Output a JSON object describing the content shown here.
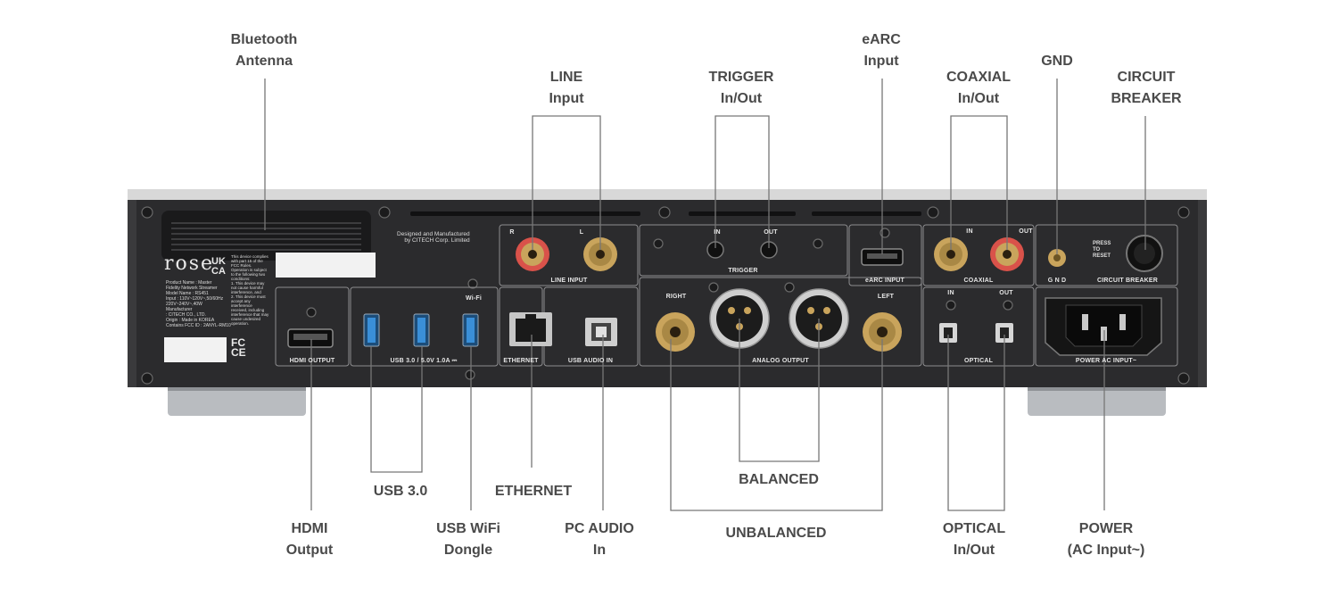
{
  "callouts": {
    "bluetooth": [
      "Bluetooth",
      "Antenna"
    ],
    "line_input": [
      "LINE",
      "Input"
    ],
    "trigger": [
      "TRIGGER",
      "In/Out"
    ],
    "earc": [
      "eARC",
      "Input"
    ],
    "coaxial": [
      "COAXIAL",
      "In/Out"
    ],
    "gnd": [
      "GND"
    ],
    "circuit_breaker": [
      "CIRCUIT",
      "BREAKER"
    ],
    "hdmi": [
      "HDMI",
      "Output"
    ],
    "usb30": [
      "USB 3.0"
    ],
    "usb_wifi": [
      "USB WiFi",
      "Dongle"
    ],
    "ethernet": [
      "ETHERNET"
    ],
    "pc_audio": [
      "PC AUDIO",
      "In"
    ],
    "balanced": [
      "BALANCED"
    ],
    "unbalanced": [
      "UNBALANCED"
    ],
    "optical": [
      "OPTICAL",
      "In/Out"
    ],
    "power": [
      "POWER",
      "(AC Input~)"
    ]
  },
  "panel": {
    "designed": [
      "Designed and Manufactured",
      "by CITECH Corp. Limited"
    ],
    "line_input": "LINE INPUT",
    "line_r": "R",
    "line_l": "L",
    "trigger": "TRIGGER",
    "trig_in": "IN",
    "trig_out": "OUT",
    "earc_input": "eARC INPUT",
    "coax_in": "IN",
    "coax_out": "OUT",
    "coaxial": "COAXIAL",
    "gnd": "G N D",
    "circuit_breaker": "CIRCUIT BREAKER",
    "press_reset": [
      "PRESS",
      "TO",
      "RESET"
    ],
    "hdmi_output": "HDMI OUTPUT",
    "usb": "USB 3.0  /  5.0V 1.0A ⎓",
    "wifi": "Wi-Fi",
    "ethernet": "ETHERNET",
    "usb_audio_in": "USB AUDIO IN",
    "analog_output": "ANALOG OUTPUT",
    "right": "RIGHT",
    "left": "LEFT",
    "opt_in": "IN",
    "opt_out": "OUT",
    "optical": "OPTICAL",
    "power_ac": "POWER AC INPUT~",
    "brand": "rose",
    "ukca": [
      "UK",
      "CA"
    ],
    "product_info": [
      "Product Name : Master",
      "Fidelity Network Streamer",
      "Model Name : RS451",
      "Input : 110V~120V~,50/60Hz",
      "220V~240V~,40W",
      "Manufacturer",
      ": CITECH CO., LTD.",
      "Origin : Made in KOREA",
      "Contains FCC ID : 2ANYL-RM10"
    ],
    "fcc_notice": [
      "This device complies",
      "with part 15 of the",
      "FCC Rules.",
      "Operation is subject",
      "to the following two",
      "conditions:",
      "1. This device may",
      "not cause harmful",
      "interference, and",
      "2. This device must",
      "accept any",
      "interference",
      "received, including",
      "interference that may",
      "cause undesired",
      "operation."
    ],
    "cert_marks": [
      "FC",
      "CE"
    ]
  },
  "colors": {
    "callout_text": "#4a4a4a",
    "leader_line": "#777777",
    "chassis": "#2b2b2d",
    "chassis_top": "#d8d8d8",
    "gold": "#c9a45c",
    "red_ring": "#d9524a",
    "usb_blue": "#3a8fd8"
  }
}
